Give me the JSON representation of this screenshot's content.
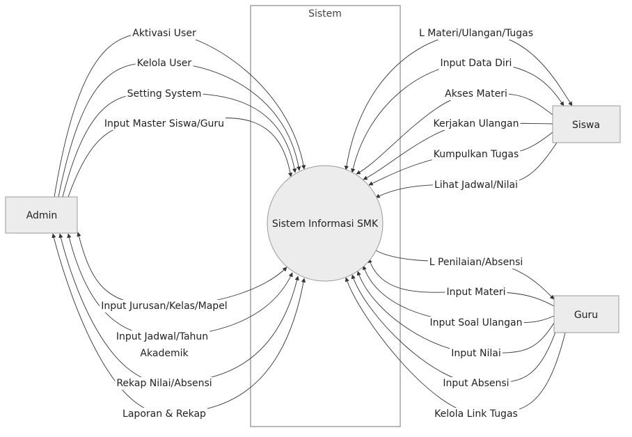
{
  "diagram": {
    "system_title": "Sistem",
    "center_label": "Sistem Informasi SMK",
    "actors": {
      "admin": "Admin",
      "siswa": "Siswa",
      "guru": "Guru"
    },
    "admin_top": [
      "Aktivasi User",
      "Kelola User",
      "Setting System",
      "Input Master Siswa/Guru"
    ],
    "admin_bottom": [
      "Input Jurusan/Kelas/Mapel",
      "Input Jadwal/Tahun",
      "Akademik",
      "Rekap Nilai/Absensi",
      "Laporan & Rekap"
    ],
    "siswa_edges": [
      "L Materi/Ulangan/Tugas",
      "Input Data Diri",
      "Akses Materi",
      "Kerjakan Ulangan",
      "Kumpulkan Tugas",
      "Lihat Jadwal/Nilai"
    ],
    "guru_edges": [
      "L Penilaian/Absensi",
      "Input Materi",
      "Input Soal Ulangan",
      "Input Nilai",
      "Input Absensi",
      "Kelola Link Tugas"
    ]
  }
}
